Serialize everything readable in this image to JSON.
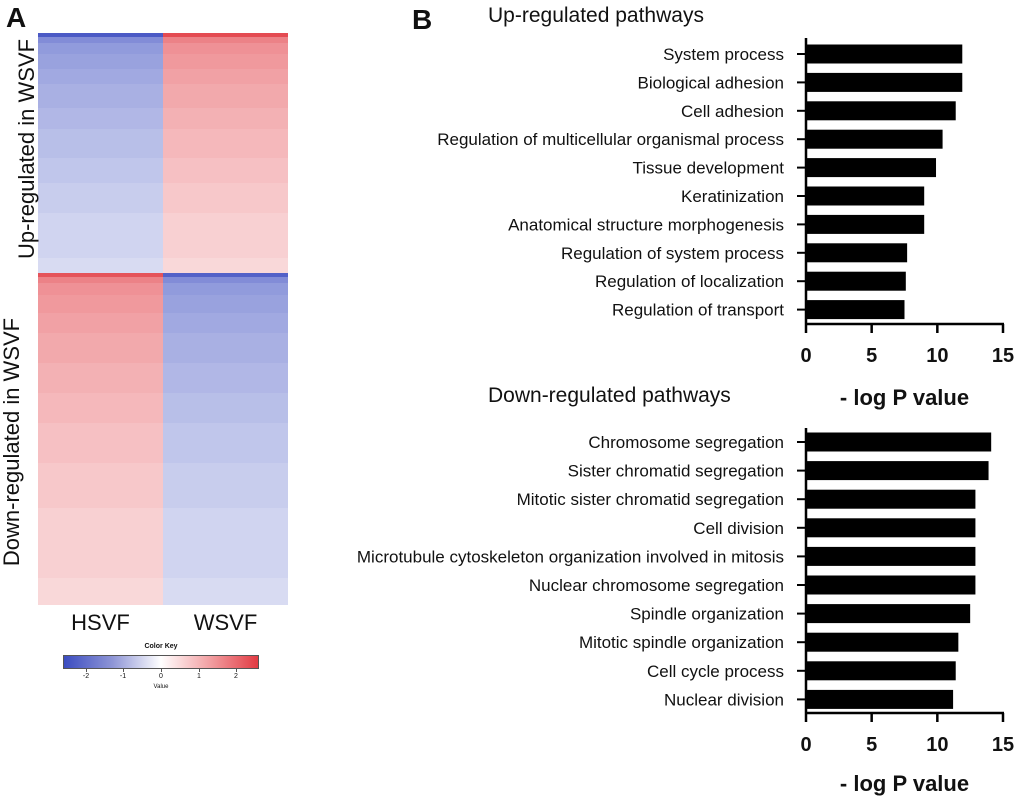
{
  "panel_a": {
    "letter": "A",
    "row_labels": [
      "Up-regulated in WSVF",
      "Down-regulated in WSVF"
    ],
    "col_labels": [
      "HSVF",
      "WSVF"
    ],
    "color_key": {
      "title": "Color Key",
      "ticks": [
        "-2",
        "-1",
        "0",
        "1",
        "2"
      ],
      "value_label": "Value",
      "colors": {
        "low": "#3b4cc0",
        "mid": "#ffffff",
        "high": "#e23b43"
      }
    }
  },
  "panel_b": {
    "letter": "B"
  },
  "chart_data": [
    {
      "type": "heatmap",
      "title": "",
      "columns": [
        "HSVF",
        "WSVF"
      ],
      "row_groups": [
        "Up-regulated in WSVF",
        "Down-regulated in WSVF"
      ],
      "scale": {
        "min": -2.5,
        "max": 2.5
      },
      "up_regulated_values": {
        "HSVF": [
          -2.3,
          -1.6,
          -1.4,
          -1.3,
          -1.2,
          -1.1,
          -1.0,
          -0.9,
          -0.8,
          -0.7,
          -0.6,
          -0.5
        ],
        "WSVF": [
          2.3,
          1.6,
          1.4,
          1.3,
          1.2,
          1.1,
          1.0,
          0.9,
          0.8,
          0.7,
          0.6,
          0.5
        ]
      },
      "down_regulated_values": {
        "HSVF": [
          2.2,
          1.6,
          1.4,
          1.3,
          1.2,
          1.1,
          1.0,
          0.9,
          0.8,
          0.7,
          0.6,
          0.5
        ],
        "WSVF": [
          -2.2,
          -1.6,
          -1.4,
          -1.3,
          -1.2,
          -1.1,
          -1.0,
          -0.9,
          -0.8,
          -0.7,
          -0.6,
          -0.5
        ]
      }
    },
    {
      "type": "bar",
      "orientation": "horizontal",
      "title": "Up-regulated pathways",
      "xlabel": "- log P value",
      "xlim": [
        0,
        15
      ],
      "xticks": [
        0,
        5,
        10,
        15
      ],
      "categories": [
        "System process",
        "Biological adhesion",
        "Cell adhesion",
        "Regulation of multicellular organismal process",
        "Tissue development",
        "Keratinization",
        "Anatomical structure morphogenesis",
        "Regulation of system process",
        "Regulation of localization",
        "Regulation of transport"
      ],
      "values": [
        11.9,
        11.9,
        11.4,
        10.4,
        9.9,
        9.0,
        9.0,
        7.7,
        7.6,
        7.5
      ],
      "bar_color": "#000000"
    },
    {
      "type": "bar",
      "orientation": "horizontal",
      "title": "Down-regulated pathways",
      "xlabel": "- log P value",
      "xlim": [
        0,
        15
      ],
      "xticks": [
        0,
        5,
        10,
        15
      ],
      "categories": [
        "Chromosome segregation",
        "Sister chromatid segregation",
        "Mitotic sister chromatid segregation",
        "Cell division",
        "Microtubule cytoskeleton organization involved in mitosis",
        "Nuclear chromosome segregation",
        "Spindle organization",
        "Mitotic spindle organization",
        "Cell cycle process",
        "Nuclear division"
      ],
      "values": [
        14.1,
        13.9,
        12.9,
        12.9,
        12.9,
        12.9,
        12.5,
        11.6,
        11.4,
        11.2
      ],
      "bar_color": "#000000"
    }
  ]
}
